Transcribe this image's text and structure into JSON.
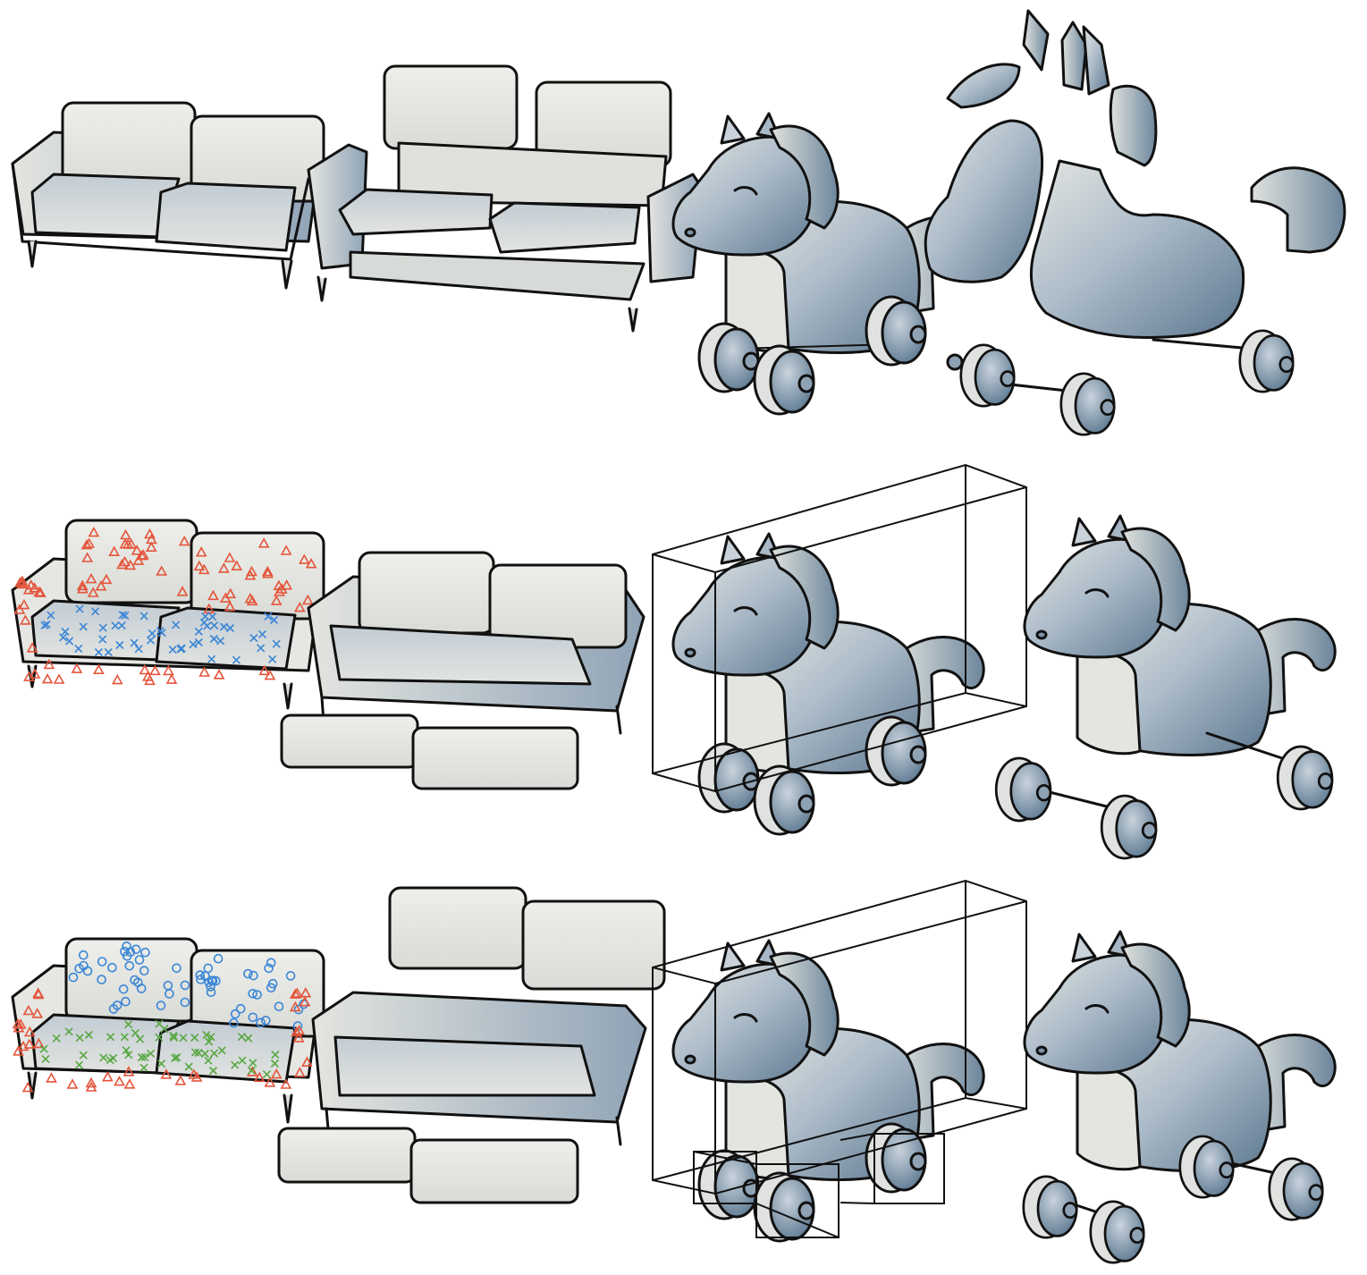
{
  "figure": {
    "rows": [
      {
        "id": "row-1",
        "objects": [
          "sofa",
          "exploded-sofa",
          "horse",
          "exploded-horse"
        ]
      },
      {
        "id": "row-2",
        "objects": [
          "sofa-with-point-markers",
          "sofa-separated-cushions",
          "horse-in-bounding-box",
          "horse-separated-wheels"
        ]
      },
      {
        "id": "row-3",
        "objects": [
          "sofa-with-point-markers",
          "sofa-separated-cushions",
          "horse-in-bounding-boxes",
          "horse-separated-wheels"
        ]
      }
    ],
    "colors": {
      "surface_light": "#e6e7e2",
      "surface_shade": "#a9b8c6",
      "surface_dark": "#5f7a91",
      "outline": "#111111",
      "marker_triangle": "#e4553b",
      "marker_cross_blue": "#3b86d6",
      "marker_circle_blue": "#3b86d6",
      "marker_cross_green": "#58a742"
    },
    "marker_shapes": [
      "triangle",
      "cross",
      "circle"
    ]
  }
}
